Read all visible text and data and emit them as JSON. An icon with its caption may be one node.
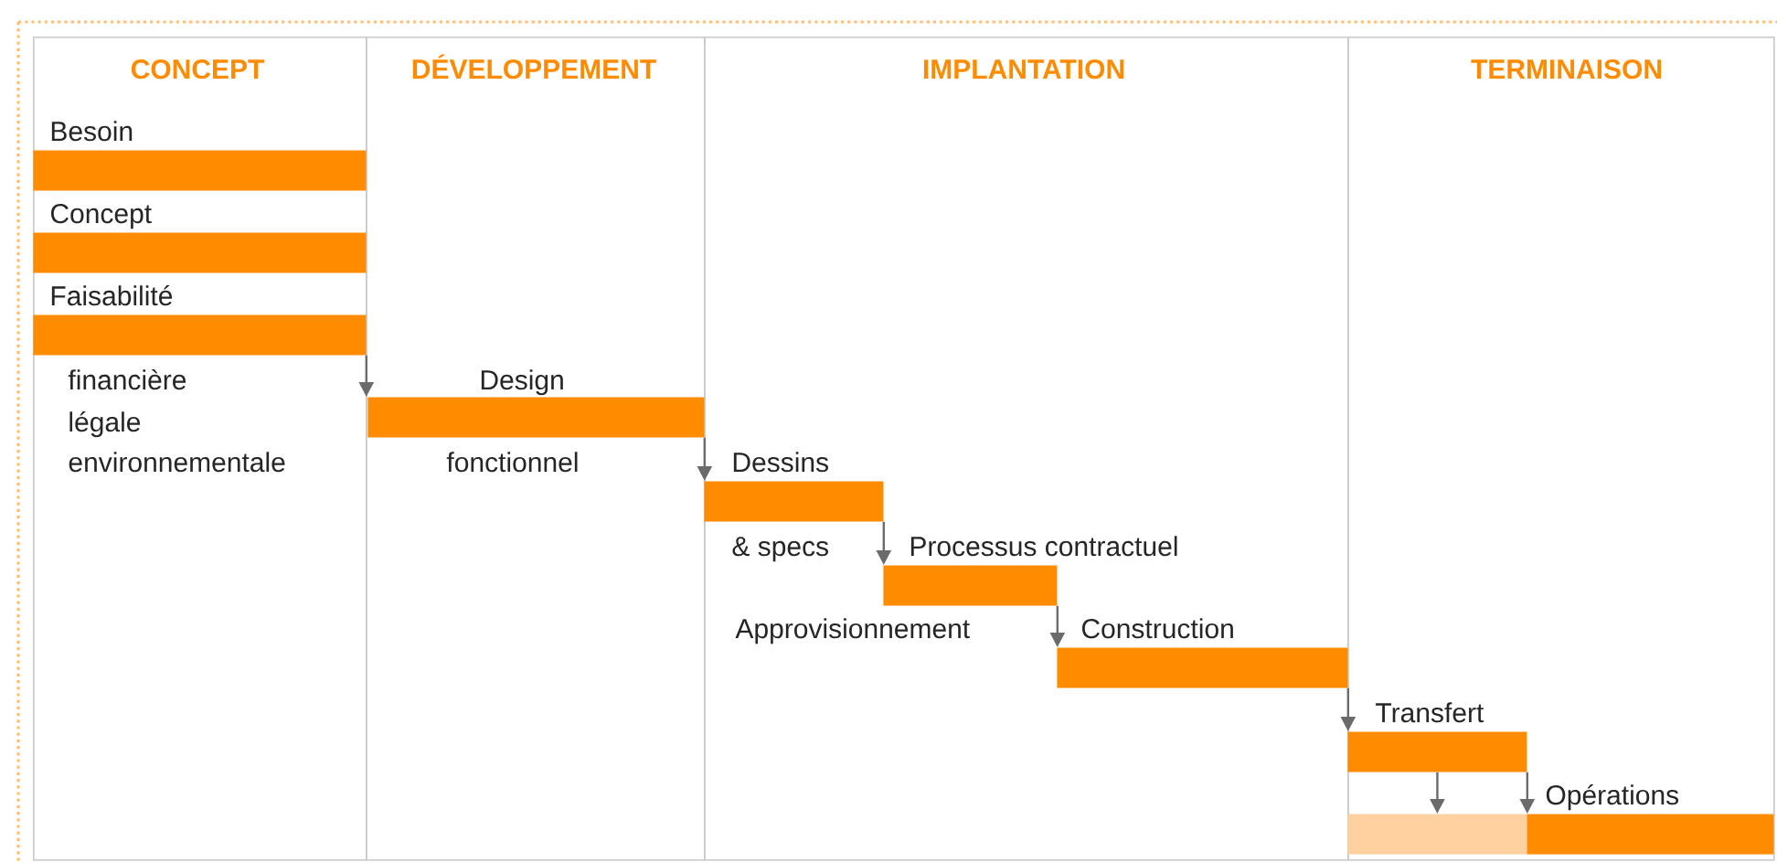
{
  "diagram": {
    "nodes": [
      {
        "text": [
          "CONCEPT"
        ]
      },
      {
        "text": [
          "DÉVELOPPEMENT"
        ]
      },
      {
        "text": [
          "IMPLANTATION"
        ]
      },
      {
        "text": [
          "TERMINAISON"
        ]
      },
      {
        "text": [
          "Besoin"
        ],
        "in": 0
      },
      {
        "text": [
          "Concept"
        ],
        "in": 0
      },
      {
        "text": [
          "Faisabilité",
          "financière",
          "légale",
          "environnementale"
        ],
        "in": 0
      },
      {
        "text": [
          "Design",
          "fonctionnel"
        ],
        "in": 1
      },
      {
        "text": [
          "Dessins"
        ],
        "in": 2
      },
      {
        "text": [
          "Processus contractuel"
        ],
        "in": 2
      },
      {
        "text": [
          "Construction"
        ],
        "in": 2
      },
      {
        "text": [
          "Transfert"
        ],
        "in": 3
      },
      {
        "text": [],
        "shape": "bar",
        "in": 3
      },
      {
        "text": [
          "Opérations"
        ],
        "in": 3
      }
    ],
    "edges": [
      {
        "from": 6,
        "to": 7,
        "arrow": "to"
      },
      {
        "from": 7,
        "to": 8,
        "arrow": "to"
      },
      {
        "from": 8,
        "to": 9,
        "arrow": "to"
      },
      {
        "from": 9,
        "to": 10,
        "arrow": "to"
      },
      {
        "from": 10,
        "to": 11,
        "arrow": "to"
      },
      {
        "from": 11,
        "to": 12,
        "arrow": "to"
      },
      {
        "from": 11,
        "to": 13,
        "arrow": "to"
      }
    ],
    "labels": [
      "& specs",
      "Approvisionnement"
    ]
  }
}
